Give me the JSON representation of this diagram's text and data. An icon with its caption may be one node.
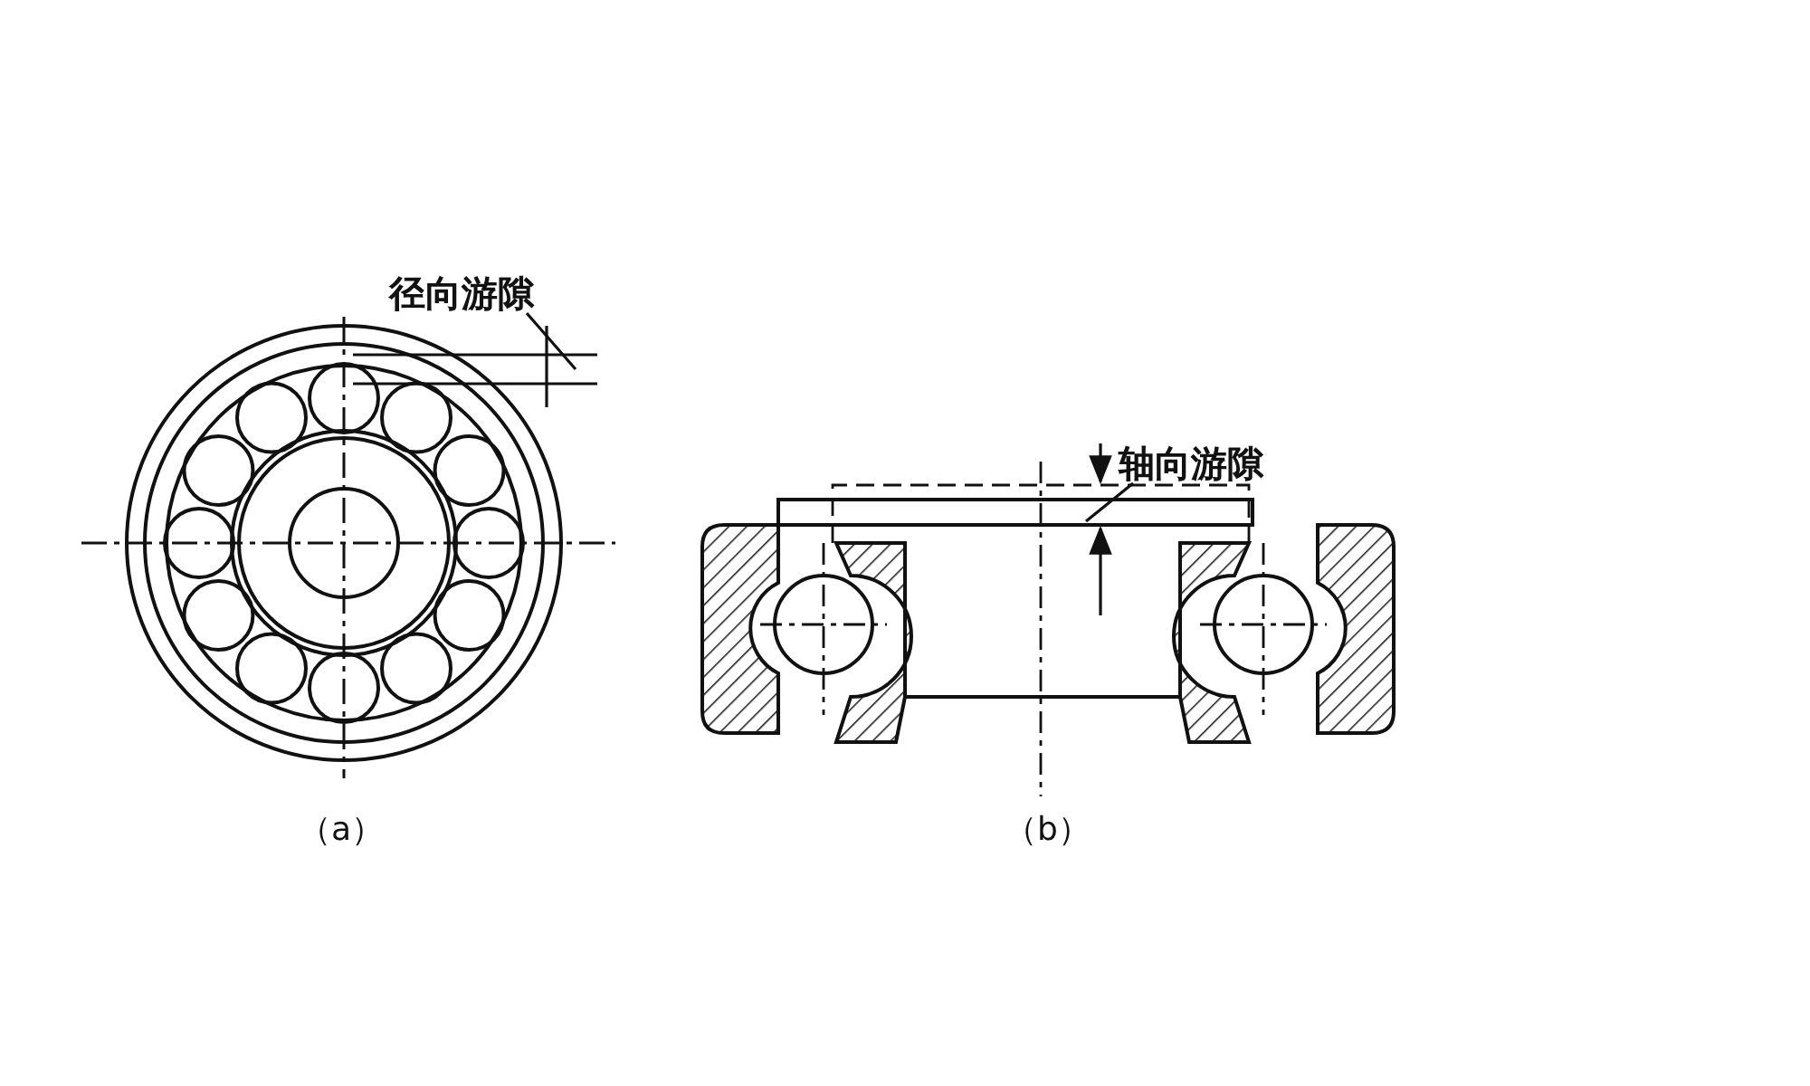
{
  "diagram": {
    "nodes": [
      {
        "text": [
          "径向游隙"
        ]
      },
      {
        "text": [
          "轴向游隙"
        ]
      }
    ],
    "edges": [
      {
        "from": 0,
        "to": null,
        "arrow": "none"
      },
      {
        "from": 1,
        "to": null,
        "arrow": "none"
      }
    ],
    "labels": [
      "（a）",
      "（b）"
    ]
  }
}
